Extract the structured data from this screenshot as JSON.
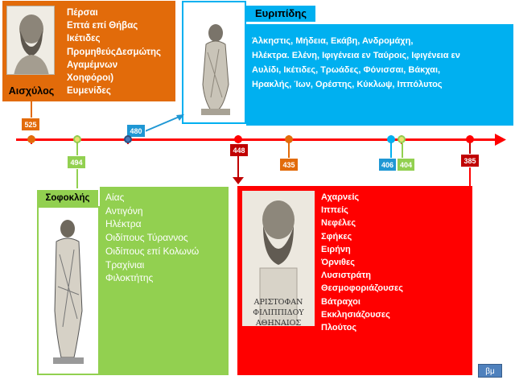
{
  "colors": {
    "aeschylus": "#e26b0a",
    "euripides": "#00b0f0",
    "sophocles": "#92d050",
    "aristophanes": "#ff0000",
    "timeline": "#ff0000",
    "year_480": "#1f97d4",
    "year_406": "#1f97d4"
  },
  "aeschylus": {
    "name": "Αισχύλος",
    "year": "525",
    "plays": [
      "Πέρσαι",
      "Επτά επί Θήβας",
      "Ικέτιδες",
      "ΠρομηθεύςΔεσμώτης",
      "Αγαμέμνων",
      "Χοηφόροι)",
      "Ευμενίδες"
    ]
  },
  "euripides": {
    "name": "Ευριπίδης",
    "year": "480",
    "plays_lines": [
      "Άλκηστις,  Μήδεια,  Εκάβη,  Ανδρομάχη,",
      "Ηλέκτρα. Ελένη, Ιφιγένεια εν Ταύροις, Ιφιγένεια εν",
      "Αυλίδι,  Ικέτιδες, Τρωάδες, Φόνισσαι, Βάκχαι,",
      "Ηρακλής, Ίων, Ορέστης, Κύκλωψ, Ιππόλυτος"
    ]
  },
  "sophocles": {
    "name": "Σοφοκλής",
    "year": "494",
    "death_year": "406",
    "plays": [
      "Αίας",
      "Αντιγόνη",
      "Ηλέκτρα",
      "Οιδίπους Τύραννος",
      "Οιδίπους επί Κολωνώ",
      "Τραχίνιαι",
      "Φιλοκτήτης"
    ]
  },
  "aristophanes": {
    "year": "448",
    "death_year": "385",
    "inscription": [
      "ΑΡΙΣΤΟΦΑΝ",
      "ΦΙΛΙΠΠΙΔΟΥ",
      "ΑΘΗΝΑΙΟΣ"
    ],
    "plays": [
      "Αχαρνείς",
      "Ιππείς",
      "Νεφέλες",
      "Σφήκες",
      "Ειρήνη",
      "Όρνιθες",
      "Λυσιστράτη",
      "Θεσμοφοριάζουσες",
      "Βάτραχοι",
      "Εκκλησιάζουσες",
      "Πλούτος"
    ]
  },
  "euripides_death_year": "404",
  "sophocles_marker_year": "435",
  "nav_button": "βμ"
}
